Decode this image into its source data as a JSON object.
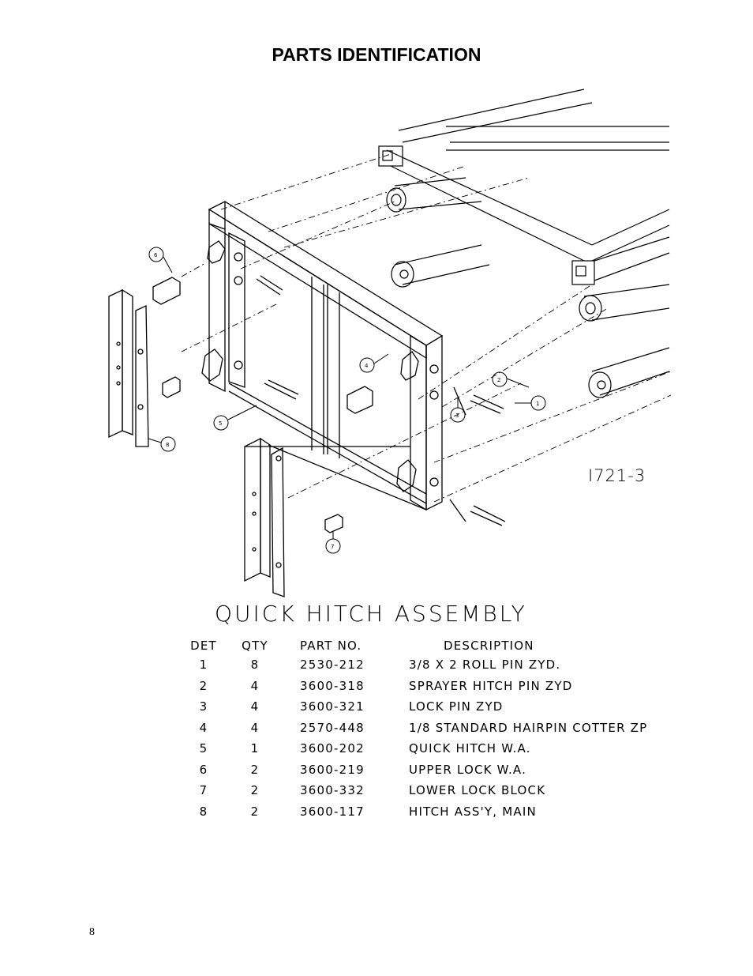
{
  "page": {
    "title": "PARTS IDENTIFICATION",
    "page_number": "8"
  },
  "drawing": {
    "number": "I721-3",
    "callouts": [
      "1",
      "2",
      "3",
      "4",
      "5",
      "6",
      "7",
      "8"
    ]
  },
  "assembly": {
    "title": "QUICK HITCH ASSEMBLY",
    "headers": {
      "det": "DET",
      "qty": "QTY",
      "part_no": "PART NO.",
      "description": "DESCRIPTION"
    },
    "rows": [
      {
        "det": "1",
        "qty": "8",
        "part_no": "2530-212",
        "description": "3/8 X 2 ROLL PIN ZYD."
      },
      {
        "det": "2",
        "qty": "4",
        "part_no": "3600-318",
        "description": "SPRAYER HITCH PIN ZYD"
      },
      {
        "det": "3",
        "qty": "4",
        "part_no": "3600-321",
        "description": "LOCK PIN ZYD"
      },
      {
        "det": "4",
        "qty": "4",
        "part_no": "2570-448",
        "description": "1/8 STANDARD HAIRPIN COTTER ZP"
      },
      {
        "det": "5",
        "qty": "1",
        "part_no": "3600-202",
        "description": "QUICK HITCH W.A."
      },
      {
        "det": "6",
        "qty": "2",
        "part_no": "3600-219",
        "description": "UPPER LOCK W.A."
      },
      {
        "det": "7",
        "qty": "2",
        "part_no": "3600-332",
        "description": "LOWER LOCK BLOCK"
      },
      {
        "det": "8",
        "qty": "2",
        "part_no": "3600-117",
        "description": "HITCH ASS'Y, MAIN"
      }
    ]
  }
}
